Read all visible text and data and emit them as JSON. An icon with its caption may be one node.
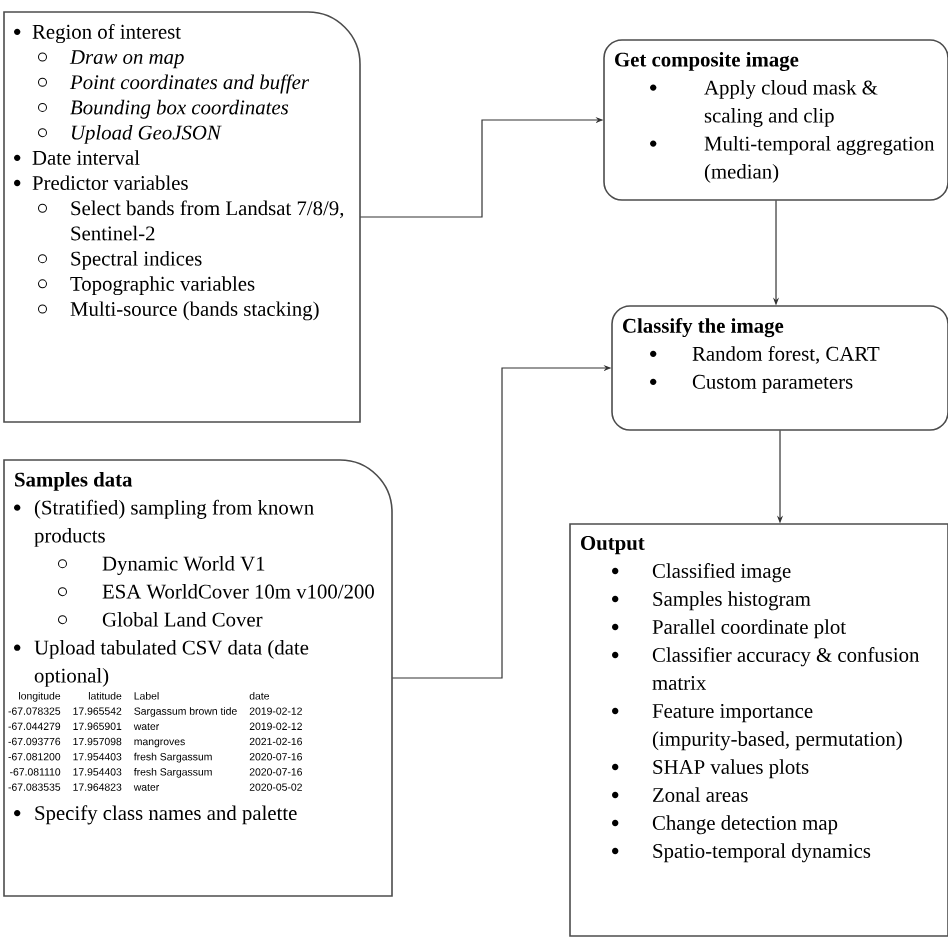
{
  "diagram": {
    "nodes": [
      {
        "text": [
          "Region of interest",
          "Draw on map",
          "Point coordinates and buffer",
          "Bounding box coordinates",
          "Upload GeoJSON",
          "Date interval",
          "Predictor variables",
          "Select bands from Landsat 7/8/9, Sentinel-2",
          "Spectral indices",
          "Topographic variables",
          "Multi-source (bands stacking)"
        ]
      },
      {
        "text": [
          "Samples data",
          "(Stratified) sampling from known products",
          "Dynamic World V1",
          "ESA WorldCover 10m v100/200",
          "Global Land Cover",
          "Upload tabulated CSV data (date optional)",
          "Specify class names and palette"
        ]
      },
      {
        "text": [
          "Get composite image",
          "Apply cloud mask & scaling and clip",
          "Multi-temporal aggregation (median)"
        ]
      },
      {
        "text": [
          "Classify the image",
          "Random forest, CART",
          "Custom parameters"
        ]
      },
      {
        "text": [
          "Output",
          "Classified image",
          "Samples histogram",
          "Parallel coordinate plot",
          "Classifier accuracy & confusion matrix",
          "Feature importance (impurity-based, permutation)",
          "SHAP values plots",
          "Zonal areas",
          "Change detection map",
          "Spatio-temporal dynamics"
        ]
      }
    ],
    "edges": [
      {
        "from": 0,
        "to": 2,
        "arrow": "to"
      },
      {
        "from": 2,
        "to": 3,
        "arrow": "to"
      },
      {
        "from": 1,
        "to": 3,
        "arrow": "to"
      },
      {
        "from": 3,
        "to": 4,
        "arrow": "to"
      }
    ],
    "labels": [
      "longitude",
      "latitude",
      "Label",
      "date",
      "-67.078325",
      "17.965542",
      "Sargassum brown tide",
      "2019-02-12",
      "-67.044279",
      "17.965901",
      "water",
      "2019-02-12",
      "-67.093776",
      "17.957098",
      "mangroves",
      "2021-02-16",
      "-67.081200",
      "17.954403",
      "fresh Sargassum",
      "2020-07-16",
      "-67.081110",
      "17.954403",
      "fresh Sargassum",
      "2020-07-16",
      "-67.083535",
      "17.964823",
      "water",
      "2020-05-02"
    ]
  }
}
